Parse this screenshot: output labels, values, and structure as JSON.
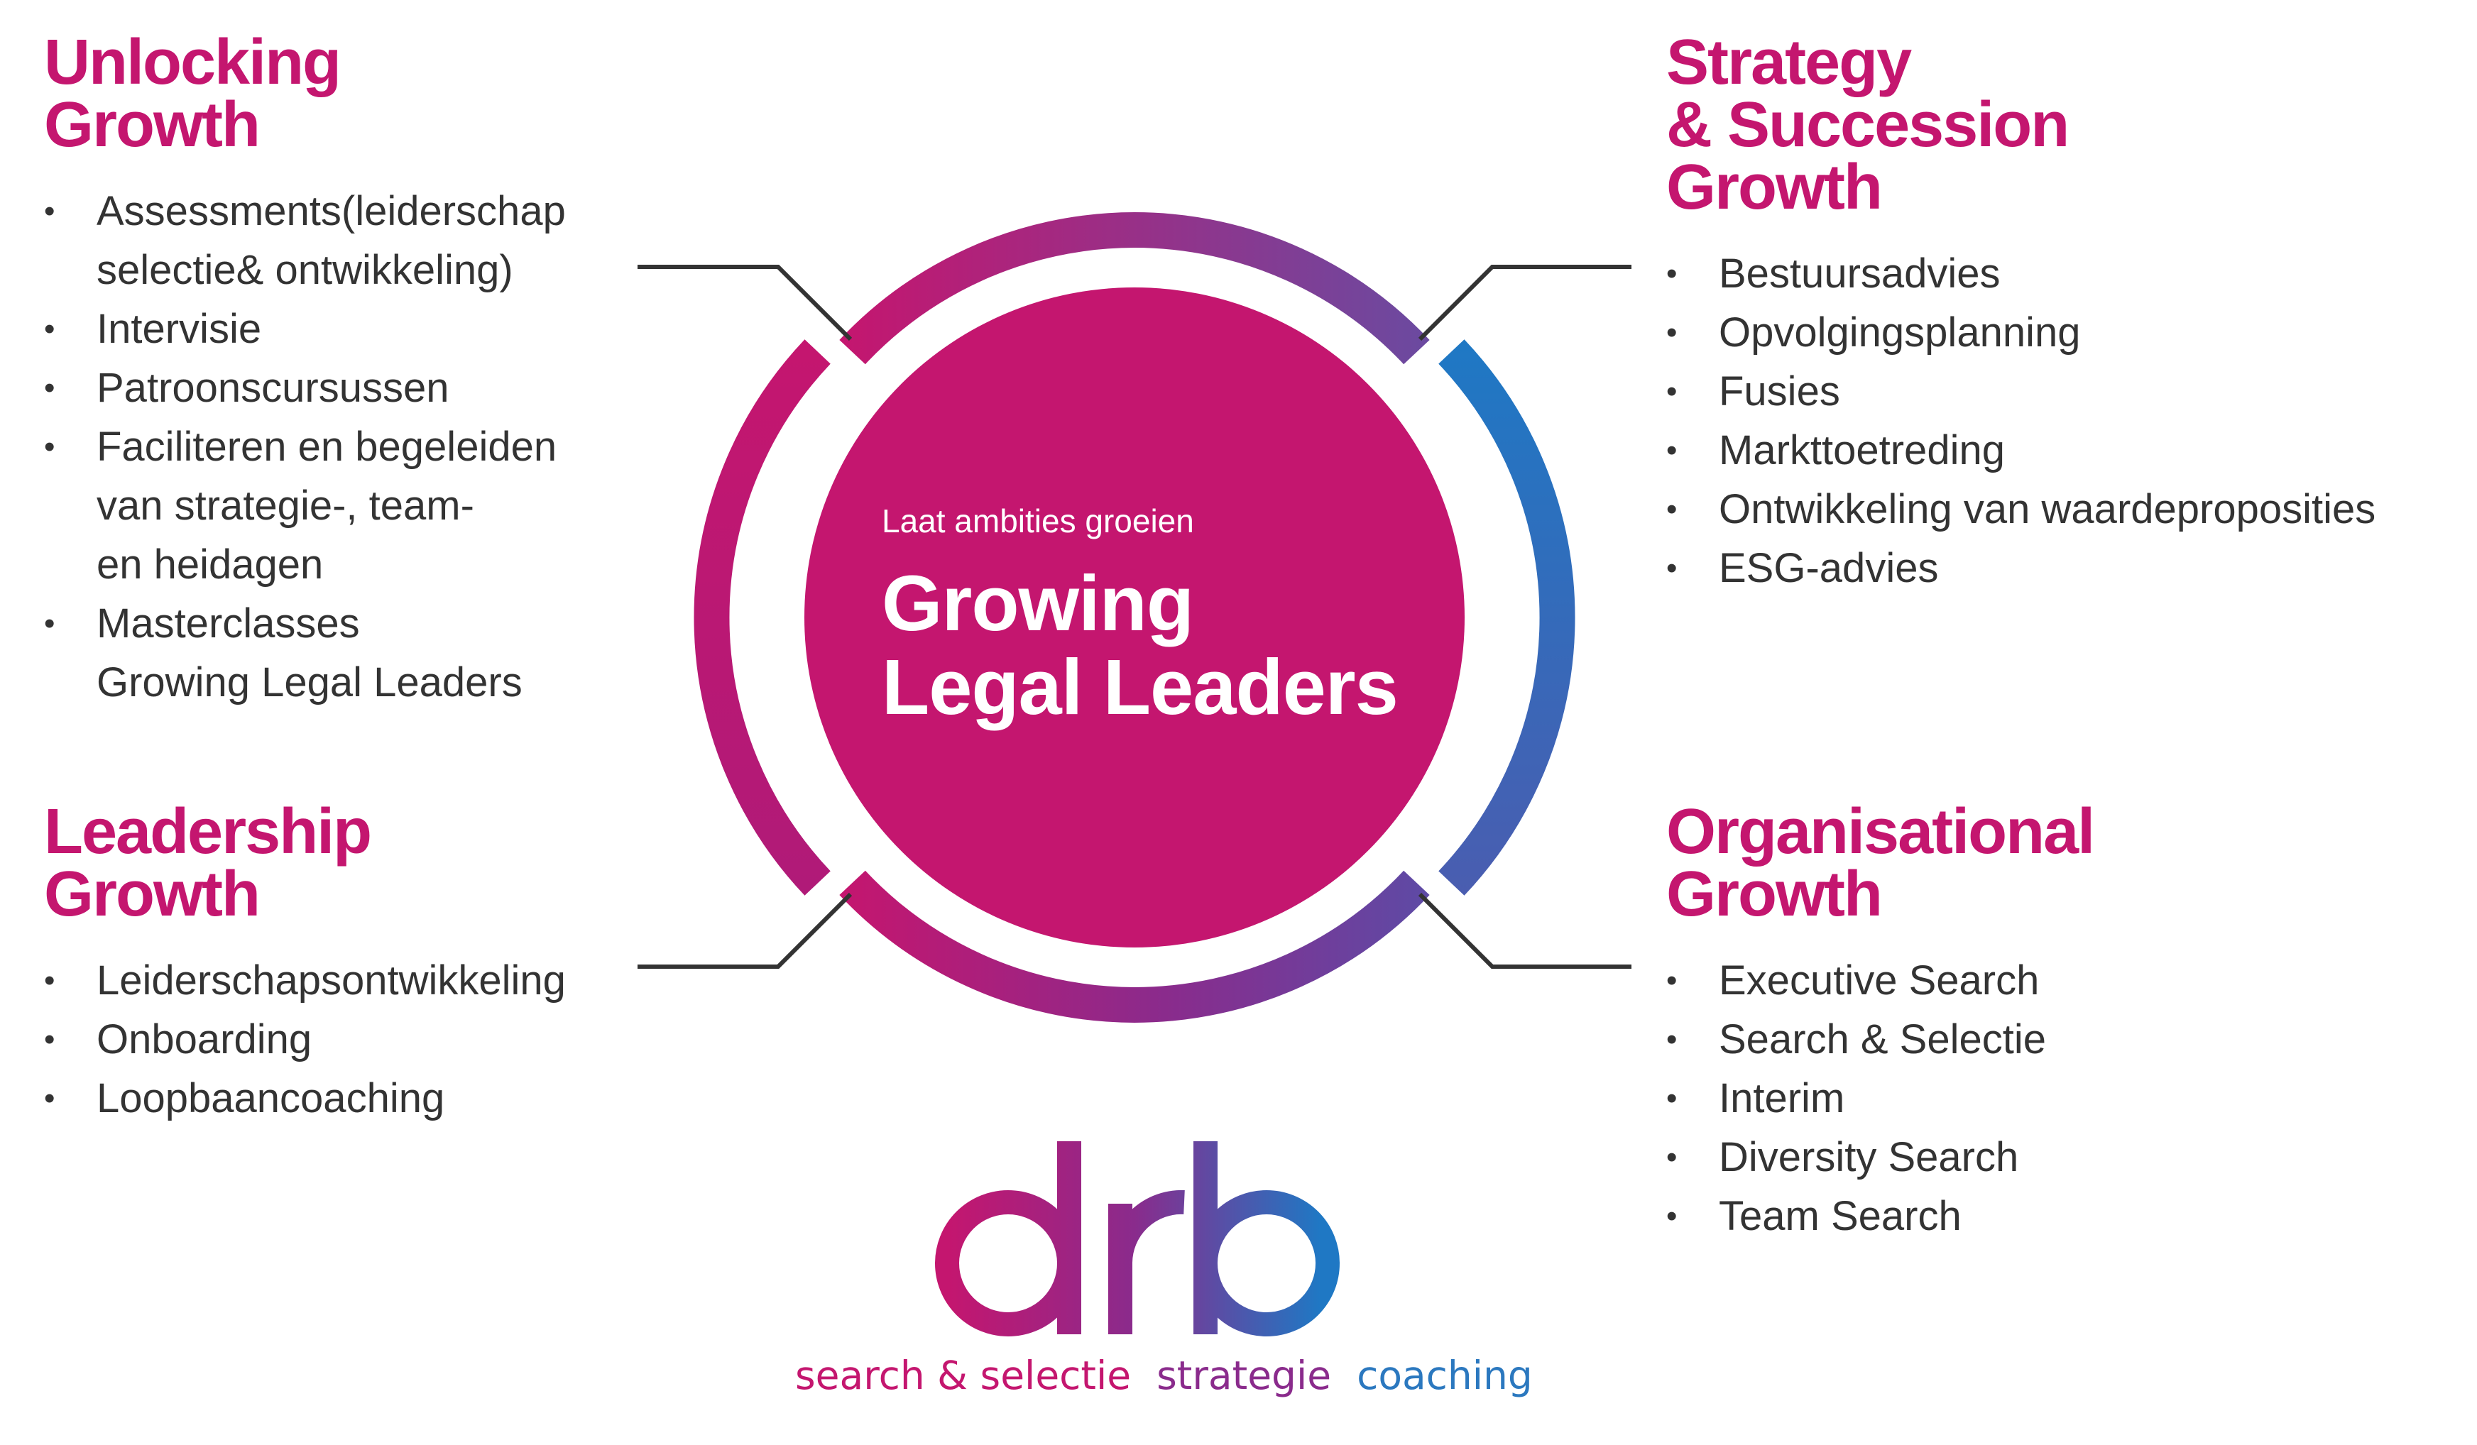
{
  "colors": {
    "magenta": "#c4166f",
    "purple": "#8a2b8c",
    "blue": "#1f78c4",
    "text": "#333333",
    "connector": "#333333"
  },
  "quadrants": {
    "top_left": {
      "title": [
        "Unlocking",
        "Growth"
      ],
      "items": [
        [
          "Assessments(leiderschap",
          "selectie& ontwikkeling)"
        ],
        [
          "Intervisie"
        ],
        [
          "Patroonscursussen"
        ],
        [
          "Faciliteren en begeleiden",
          "van strategie-, team-",
          "en heidagen"
        ],
        [
          "Masterclasses",
          "Growing Legal Leaders"
        ]
      ]
    },
    "top_right": {
      "title": [
        "Strategy",
        "& Succession",
        "Growth"
      ],
      "items": [
        [
          "Bestuursadvies"
        ],
        [
          "Opvolgingsplanning"
        ],
        [
          "Fusies"
        ],
        [
          "Markttoetreding"
        ],
        [
          "Ontwikkeling van waardeproposities"
        ],
        [
          "ESG-advies"
        ]
      ]
    },
    "bottom_left": {
      "title": [
        "Leadership",
        "Growth"
      ],
      "items": [
        [
          "Leiderschapsontwikkeling"
        ],
        [
          "Onboarding"
        ],
        [
          "Loopbaancoaching"
        ]
      ]
    },
    "bottom_right": {
      "title": [
        "Organisational",
        "Growth"
      ],
      "items": [
        [
          "Executive Search"
        ],
        [
          "Search & Selectie"
        ],
        [
          "Interim"
        ],
        [
          "Diversity Search"
        ],
        [
          "Team Search"
        ]
      ]
    }
  },
  "center": {
    "subtitle": "Laat ambities groeien",
    "title": [
      "Growing",
      "Legal Leaders"
    ]
  },
  "brand": {
    "logo_text": "drb",
    "tagline": [
      "search & selectie",
      "strategie",
      "coaching"
    ]
  }
}
